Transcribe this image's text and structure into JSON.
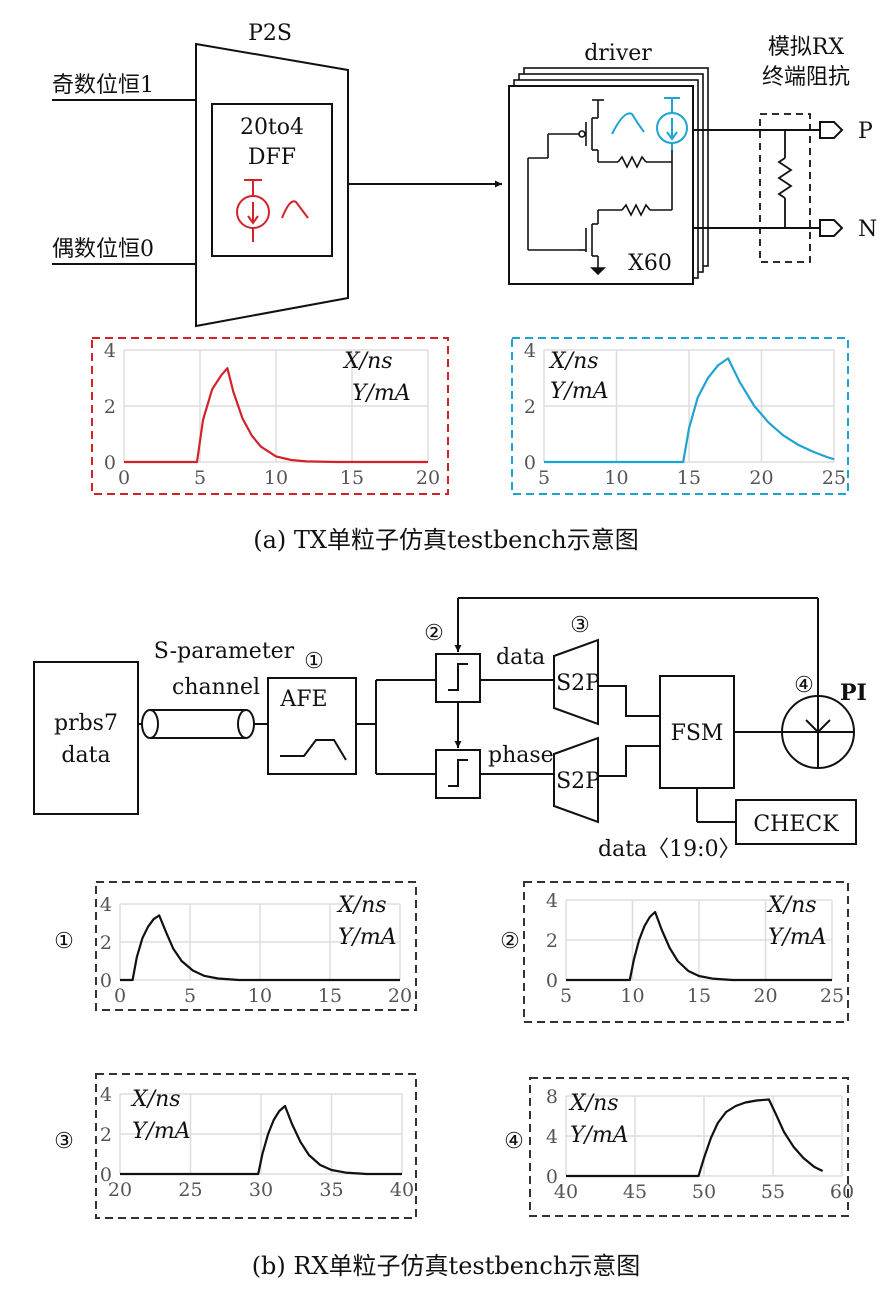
{
  "tx": {
    "p2s_label": "P2S",
    "odd_input": "奇数位恒1",
    "even_input": "偶数位恒0",
    "dff_line1": "20to4",
    "dff_line2": "DFF",
    "driver_label": "driver",
    "x60_label": "X60",
    "rx_term_line1": "模拟RX",
    "rx_term_line2": "终端阻抗",
    "out_p": "P",
    "out_n": "N",
    "caption": "(a) TX单粒子仿真testbench示意图"
  },
  "rx": {
    "source_line1": "prbs7",
    "source_line2": "data",
    "channel_line1": "S-parameter",
    "channel_line2": "channel",
    "afe_label": "AFE",
    "data_label": "data",
    "phase_label": "phase",
    "s2p_top": "S2P",
    "s2p_bottom": "S2P",
    "fsm_label": "FSM",
    "check_label": "CHECK",
    "pi_label": "PI",
    "data_bus": "data〈19:0〉",
    "marker_1": "①",
    "marker_2": "②",
    "marker_3": "③",
    "marker_4": "④",
    "caption": "(b) RX单粒子仿真testbench示意图"
  },
  "colors": {
    "red": "#d2232a",
    "cyan": "#1fa3d2",
    "black": "#111111",
    "grid": "#dddddd"
  },
  "chart_data": [
    {
      "id": "tx-red",
      "type": "line",
      "x_unit_label": "X/ns",
      "y_unit_label": "Y/mA",
      "xlim": [
        0,
        20
      ],
      "ylim": [
        0,
        4
      ],
      "xticks": [
        "0",
        "5",
        "10",
        "15",
        "20"
      ],
      "yticks": [
        "0",
        "2",
        "4"
      ],
      "series": [
        {
          "color": "#d2232a",
          "x": [
            0,
            4.8,
            5.2,
            5.8,
            6.4,
            6.8,
            7.2,
            7.8,
            8.4,
            9.0,
            10.0,
            11.0,
            12.0,
            14.0,
            20.0
          ],
          "y": [
            0,
            0,
            1.5,
            2.6,
            3.1,
            3.35,
            2.5,
            1.55,
            0.95,
            0.55,
            0.2,
            0.07,
            0.02,
            0,
            0
          ]
        }
      ]
    },
    {
      "id": "tx-cyan",
      "type": "line",
      "x_unit_label": "X/ns",
      "y_unit_label": "Y/mA",
      "xlim": [
        5,
        25
      ],
      "ylim": [
        0,
        4
      ],
      "xticks": [
        "5",
        "10",
        "15",
        "20",
        "25"
      ],
      "yticks": [
        "0",
        "2",
        "4"
      ],
      "series": [
        {
          "color": "#1fa3d2",
          "x": [
            5,
            14.6,
            15.0,
            15.6,
            16.3,
            17.0,
            17.7,
            18.5,
            19.5,
            20.5,
            21.5,
            22.5,
            23.5,
            24.5,
            25
          ],
          "y": [
            0,
            0,
            1.2,
            2.3,
            3.0,
            3.45,
            3.7,
            2.85,
            2.0,
            1.4,
            0.95,
            0.62,
            0.38,
            0.18,
            0.1
          ]
        }
      ]
    },
    {
      "id": "rx-1",
      "marker": "①",
      "type": "line",
      "x_unit_label": "X/ns",
      "y_unit_label": "Y/mA",
      "xlim": [
        0,
        20
      ],
      "ylim": [
        0,
        4
      ],
      "xticks": [
        "0",
        "5",
        "10",
        "15",
        "20"
      ],
      "yticks": [
        "0",
        "2",
        "4"
      ],
      "series": [
        {
          "color": "#111111",
          "x": [
            0,
            0.9,
            1.2,
            1.6,
            2.0,
            2.4,
            2.8,
            3.3,
            3.8,
            4.4,
            5.2,
            6.0,
            7.0,
            8.5,
            20
          ],
          "y": [
            0,
            0,
            1.2,
            2.2,
            2.8,
            3.2,
            3.4,
            2.5,
            1.65,
            1.0,
            0.5,
            0.22,
            0.08,
            0,
            0
          ]
        }
      ]
    },
    {
      "id": "rx-2",
      "marker": "②",
      "type": "line",
      "x_unit_label": "X/ns",
      "y_unit_label": "Y/mA",
      "xlim": [
        5,
        25
      ],
      "ylim": [
        0,
        4
      ],
      "xticks": [
        "5",
        "10",
        "15",
        "20",
        "25"
      ],
      "yticks": [
        "0",
        "2",
        "4"
      ],
      "series": [
        {
          "color": "#111111",
          "x": [
            5,
            9.8,
            10.1,
            10.5,
            10.9,
            11.3,
            11.7,
            12.2,
            12.8,
            13.4,
            14.2,
            15.0,
            16.0,
            17.5,
            25
          ],
          "y": [
            0,
            0,
            1.0,
            2.0,
            2.7,
            3.15,
            3.4,
            2.5,
            1.6,
            0.95,
            0.45,
            0.2,
            0.07,
            0,
            0
          ]
        }
      ]
    },
    {
      "id": "rx-3",
      "marker": "③",
      "type": "line",
      "x_unit_label": "X/ns",
      "y_unit_label": "Y/mA",
      "xlim": [
        20,
        40
      ],
      "ylim": [
        0,
        4
      ],
      "xticks": [
        "20",
        "25",
        "30",
        "35",
        "40"
      ],
      "yticks": [
        "0",
        "2",
        "4"
      ],
      "series": [
        {
          "color": "#111111",
          "x": [
            20,
            29.8,
            30.1,
            30.5,
            30.9,
            31.3,
            31.7,
            32.2,
            32.8,
            33.4,
            34.2,
            35.0,
            36.0,
            37.5,
            40
          ],
          "y": [
            0,
            0,
            1.0,
            2.0,
            2.7,
            3.15,
            3.4,
            2.5,
            1.6,
            0.95,
            0.45,
            0.2,
            0.07,
            0,
            0
          ]
        }
      ]
    },
    {
      "id": "rx-4",
      "marker": "④",
      "type": "line",
      "x_unit_label": "X/ns",
      "y_unit_label": "Y/mA",
      "xlim": [
        40,
        60
      ],
      "ylim": [
        0,
        8
      ],
      "xticks": [
        "40",
        "45",
        "50",
        "55",
        "60"
      ],
      "yticks": [
        "0",
        "4",
        "8"
      ],
      "series": [
        {
          "color": "#111111",
          "x": [
            40,
            49.6,
            50.0,
            50.5,
            51.0,
            51.6,
            52.3,
            53.0,
            53.8,
            54.7,
            55.2,
            55.8,
            56.5,
            57.2,
            58.0,
            58.6
          ],
          "y": [
            0,
            0,
            1.8,
            3.8,
            5.3,
            6.4,
            7.0,
            7.35,
            7.55,
            7.65,
            6.2,
            4.4,
            2.9,
            1.8,
            0.9,
            0.5
          ]
        }
      ]
    }
  ]
}
